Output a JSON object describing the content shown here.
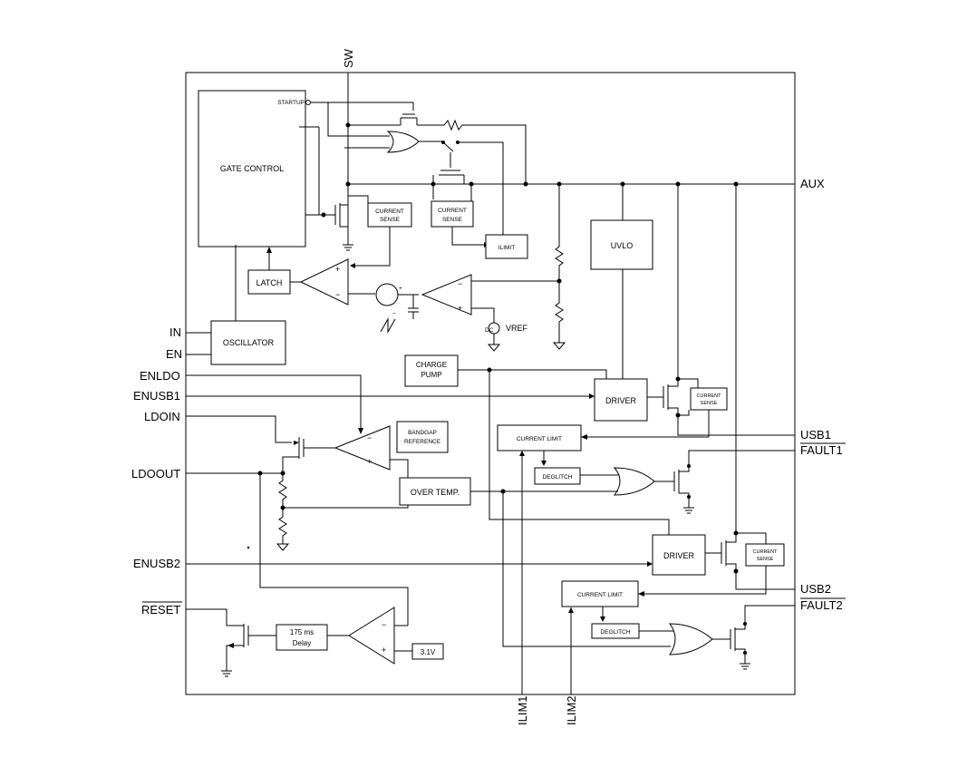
{
  "pins": {
    "sw": "SW",
    "aux": "AUX",
    "in": "IN",
    "en": "EN",
    "enldo": "ENLDO",
    "enusb1": "ENUSB1",
    "ldoin": "LDOIN",
    "ldoout": "LDOOUT",
    "enusb2": "ENUSB2",
    "reset": "RESET",
    "usb1": "USB1",
    "fault1": "FAULT1",
    "usb2": "USB2",
    "fault2": "FAULT2",
    "ilim1": "ILIM1",
    "ilim2": "ILIM2"
  },
  "blocks": {
    "gate_control": "GATE CONTROL",
    "startup": "STARTUP",
    "current_sense_a_1": "CURRENT",
    "current_sense_a_2": "SENSE",
    "current_sense_b_1": "CURRENT",
    "current_sense_b_2": "SENSE",
    "ilimit": "ILIMIT",
    "uvlo": "UVLO",
    "latch": "LATCH",
    "oscillator": "OSCILLATOR",
    "vref": "VREF",
    "charge_pump_1": "CHARGE",
    "charge_pump_2": "PUMP",
    "driver1": "DRIVER",
    "current_sense_usb1_1": "CURRENT",
    "current_sense_usb1_2": "SENSE",
    "bandgap_1": "BANDGAP",
    "bandgap_2": "REFERENCE",
    "current_limit1": "CURRENT LIMIT",
    "deglitch1": "DEGLITCH",
    "over_temp": "OVER TEMP.",
    "driver2": "DRIVER",
    "current_sense_usb2_1": "CURRENT",
    "current_sense_usb2_2": "SENSE",
    "current_limit2": "CURRENT LIMIT",
    "deglitch2": "DEGLITCH",
    "delay_1": "175 ms",
    "delay_2": "Delay",
    "v31": "3.1V"
  }
}
